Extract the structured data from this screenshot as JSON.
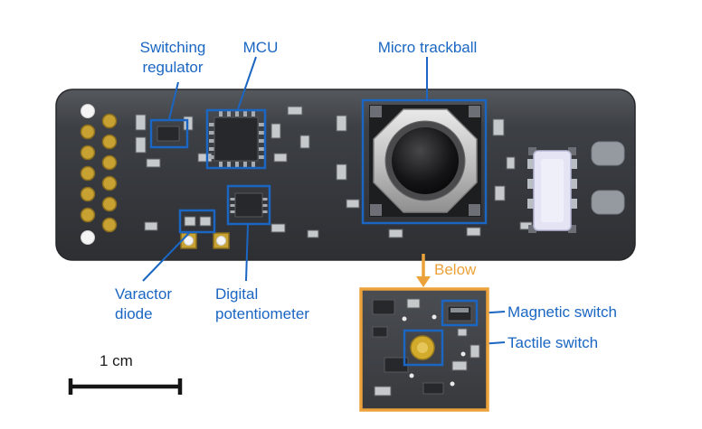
{
  "labels": {
    "switching_regulator": "Switching regulator",
    "mcu": "MCU",
    "micro_trackball": "Micro trackball",
    "varactor_diode": "Varactor diode",
    "digital_potentiometer": "Digital potentiometer",
    "below": "Below",
    "magnetic_switch": "Magnetic switch",
    "tactile_switch": "Tactile switch",
    "scale_bar": "1 cm"
  },
  "colors": {
    "annotation_blue": "#1a66c2",
    "callout_orange": "#eca23a",
    "pcb_dark": "#3b3e42",
    "pad_gold": "#c7a132",
    "background": "#ffffff"
  },
  "icons": {
    "below_arrow": "down-arrow"
  }
}
